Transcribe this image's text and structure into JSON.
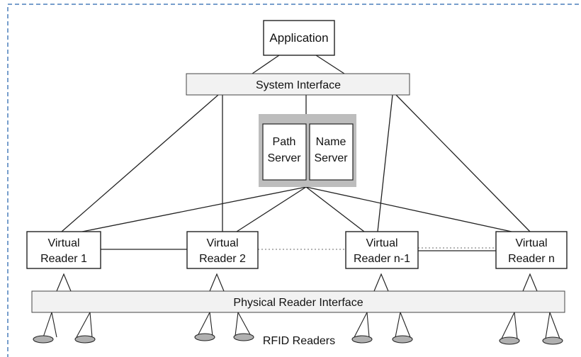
{
  "application": "Application",
  "system_interface": "System Interface",
  "path_server": [
    "Path",
    "Server"
  ],
  "name_server": [
    "Name",
    "Server"
  ],
  "virtual_readers": [
    {
      "line1": "Virtual",
      "line2": "Reader 1"
    },
    {
      "line1": "Virtual",
      "line2": "Reader 2"
    },
    {
      "line1": "Virtual",
      "line2": "Reader n-1"
    },
    {
      "line1": "Virtual",
      "line2": "Reader n"
    }
  ],
  "physical_reader_interface": "Physical Reader Interface",
  "rfid_readers": "RFID Readers",
  "colors": {
    "frame_dashed": "#4a7ebb",
    "box_fill": "#ffffff",
    "interface_fill": "#f2f2f2",
    "server_group_fill": "#bdbdbd",
    "antenna_fill": "#b0b0b0",
    "stroke": "#222222"
  }
}
